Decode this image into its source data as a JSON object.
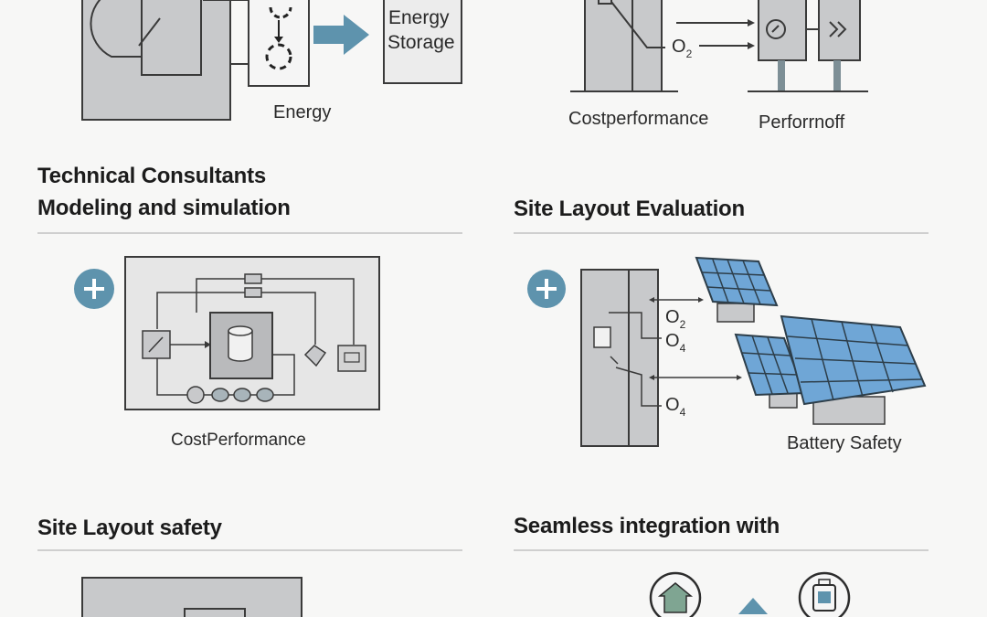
{
  "top_left": {
    "storage_box_text": [
      "Energy",
      "Storage"
    ],
    "caption": "Energy"
  },
  "top_right": {
    "o2_label": "O",
    "o2_sub": "2",
    "caption_left": "Costperformance",
    "caption_right": "Perforrnoff"
  },
  "consultants": {
    "heading_line1": "Technical Consultants",
    "heading_line2": "Modeling and simulation",
    "add_icon": "plus-circle-icon",
    "caption": "CostPerformance"
  },
  "site_eval": {
    "heading": "Site Layout Evaluation",
    "add_icon": "plus-circle-icon",
    "o2_label": "O",
    "o2_sub": "2",
    "o4a_label": "O",
    "o4a_sub": "4",
    "o4b_label": "O",
    "o4b_sub": "4",
    "caption": "Battery Safety"
  },
  "site_safety": {
    "heading": "Site Layout safety"
  },
  "integration": {
    "heading": "Seamless integration with"
  },
  "colors": {
    "accent_blue": "#5e93ad",
    "panel_gray": "#c8c9cb",
    "solar_blue": "#6fa6d6",
    "rule_gray": "#cfcfcf"
  }
}
